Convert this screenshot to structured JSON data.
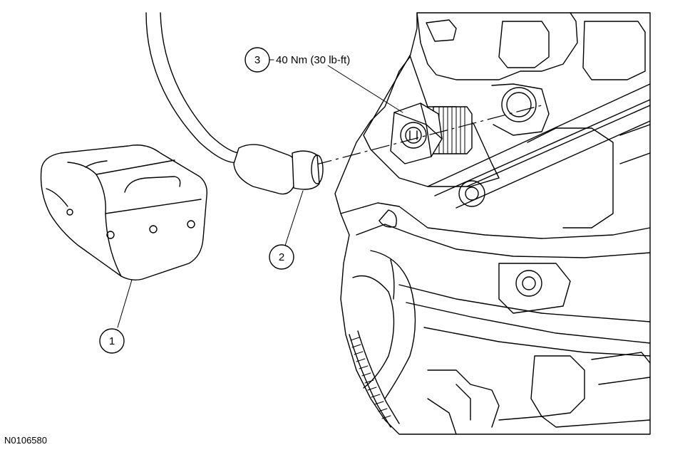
{
  "figure": {
    "id_label": "N0106580"
  },
  "callouts": [
    {
      "number": "1"
    },
    {
      "number": "2"
    },
    {
      "number": "3",
      "text": "40 Nm (30 lb-ft)"
    }
  ]
}
